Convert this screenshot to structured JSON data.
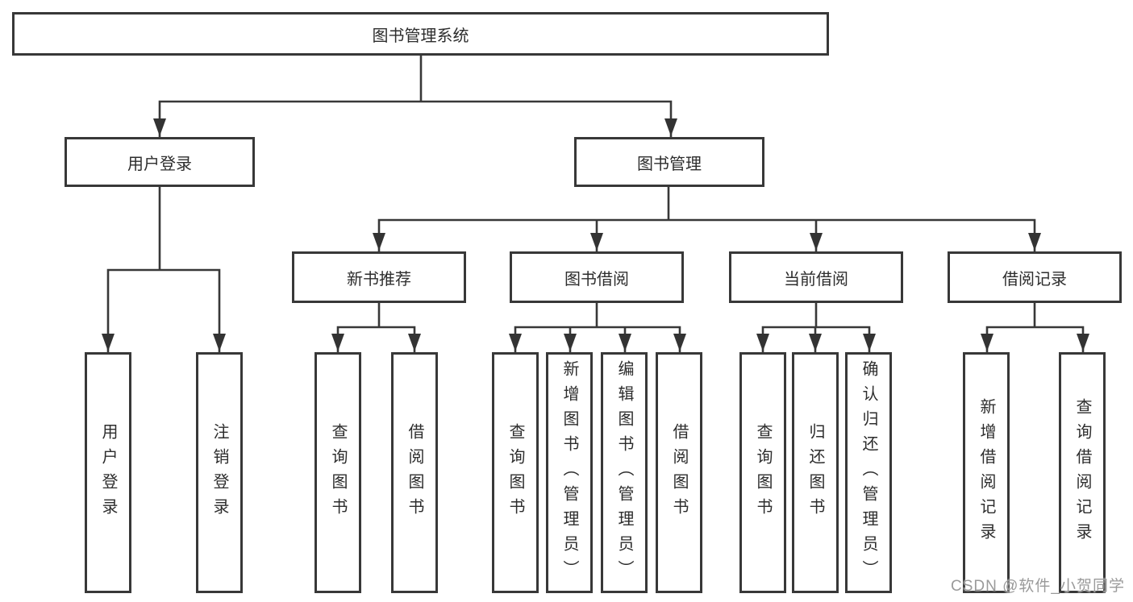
{
  "title": "图书管理系统",
  "level2": {
    "user_login": "用户登录",
    "book_management": "图书管理"
  },
  "level3": {
    "new_book_recommend": "新书推荐",
    "book_borrow": "图书借阅",
    "current_borrow": "当前借阅",
    "borrow_records": "借阅记录"
  },
  "leaves": [
    "用户登录",
    "注销登录",
    "查询图书",
    "借阅图书",
    "查询图书",
    "新增图书（管理员）",
    "编辑图书（管理员）",
    "借阅图书",
    "查询图书",
    "归还图书",
    "确认归还（管理员）",
    "新增借阅记录",
    "查询借阅记录"
  ],
  "watermark": "CSDN @软件_小贺同学",
  "colors": {
    "line": "#383838",
    "border": "#383838",
    "text": "#2d2d2d",
    "background": "#ffffff",
    "watermark": "#9a9a9a"
  }
}
